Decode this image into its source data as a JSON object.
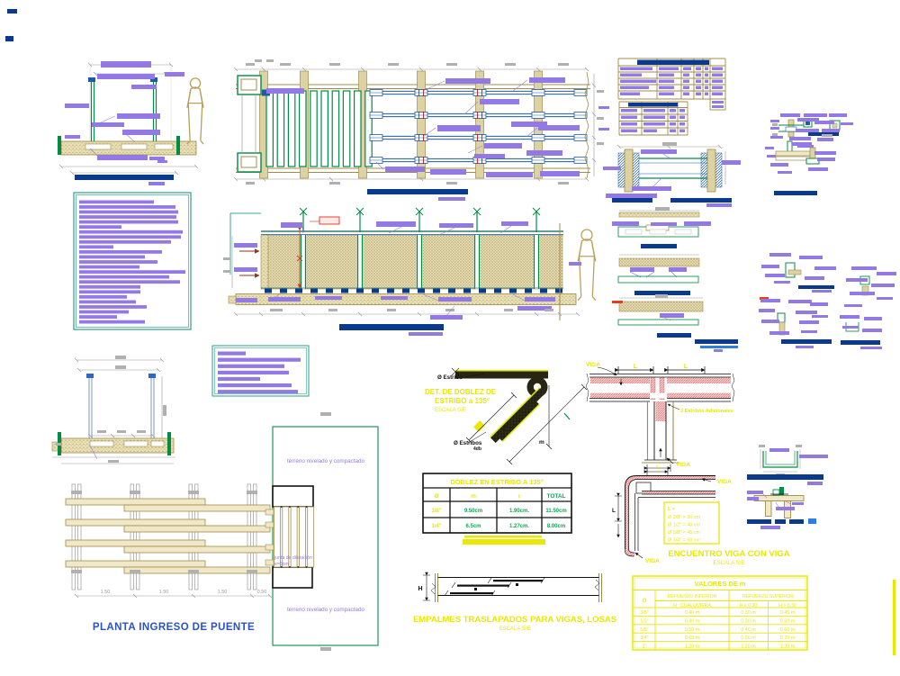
{
  "drawing": {
    "planta": {
      "title": "PLANTA INGRESO DE PUENTE",
      "dims": [
        "1.50",
        "1.50",
        "1.50",
        "0.50"
      ]
    },
    "site_notes": {
      "terrain": "terreno nivelado y compactado",
      "joint_line1": "junta de dilatación",
      "joint_line2": "e=5cm"
    },
    "doblez_detail": {
      "title_line1": "DET. DE DOBLEZ DE",
      "title_line2": "ESTRIBO a 135°",
      "scale": "ESCALA S/E",
      "stirrup_top": "Ø Estribo",
      "stirrup_bottom": "Ø Estribos",
      "hook_len": "4db",
      "m_label": "m"
    },
    "doblez_table": {
      "title": "DOBLEZ EN ESTRIBO A 135°",
      "headers": [
        "Ø",
        "m",
        "r",
        "TOTAL"
      ],
      "rows": [
        [
          "3/8\"",
          "9.50cm",
          "1.90cm.",
          "11.50cm"
        ],
        [
          "1/4\"",
          "6.5cm",
          "1.27cm.",
          "8.00cm"
        ]
      ]
    },
    "viga_junction": {
      "viga_label": "VIGA",
      "l_label": "L",
      "extra_stirrups": "2 Estribos Adicionales"
    },
    "encuentro": {
      "title": "ENCUENTRO VIGA CON VIGA",
      "scale": "ESCALA S/E",
      "viga_label": "VIGA",
      "l_label": "L",
      "lengths": [
        "L =",
        "Ø 3/8\" = 30 cm",
        "Ø 1/2\" = 40 cm",
        "Ø 5/8\" = 45 cm",
        "Ø 3/4\" = 50 cm"
      ]
    },
    "empalmes": {
      "title": "EMPALMES TRASLAPADOS PARA VIGAS, LOSAS",
      "scale": "ESCALA S/E",
      "h_label": "H"
    },
    "valores_table": {
      "title": "VALORES DE m",
      "col_diameter": "Ø",
      "col_lower": "REFUERZO INFERIOR",
      "col_lower_sub": "H : CUALQUIERA",
      "col_upper": "REFUERZO SUPERIOR",
      "col_upper_sub1": "H ≤ 0.30",
      "col_upper_sub2": "H > 0.30",
      "rows": [
        [
          "3/8\"",
          "0.40 m",
          "0.30 m",
          "0.45 m"
        ],
        [
          "1/2\"",
          "0.40 m",
          "0.30 m",
          "0.50 m"
        ],
        [
          "5/8\"",
          "0.50 m",
          "0.40 m",
          "0.60 m"
        ],
        [
          "3/4\"",
          "0.65 m",
          "0.50 m",
          "0.70 m"
        ],
        [
          "1\"",
          "1.20 m",
          "1.20 m",
          "1.30 m"
        ]
      ]
    },
    "colors": {
      "annotation_purple": "#9379e6",
      "title_navy": "#0a3a8e",
      "cad_green": "#008c46",
      "teal": "#3aa890",
      "tan": "#a08c48",
      "tan_fill": "#e6dcae",
      "yellow": "#e8e800",
      "pink": "#f2a6a6",
      "steel_blue": "#1b5ba8",
      "dim_gray": "#9a9a9a",
      "red": "#e03020",
      "label_blue": "#2952cc",
      "value_green": "#00b050"
    }
  }
}
